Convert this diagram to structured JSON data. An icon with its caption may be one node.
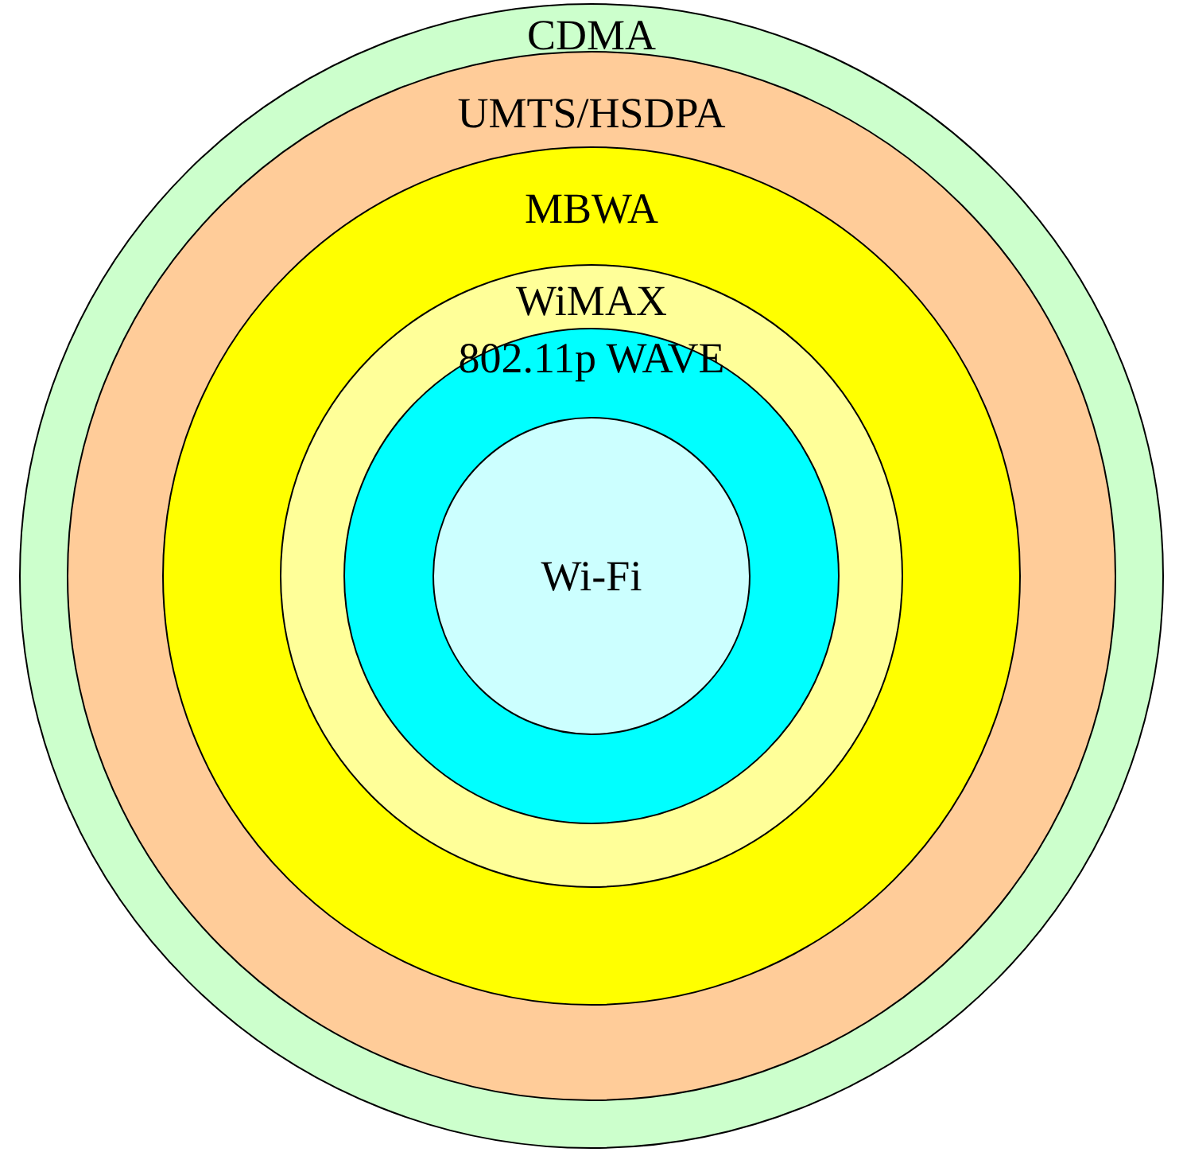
{
  "diagram": {
    "nodes": [
      {
        "text": [
          "CDMA"
        ]
      },
      {
        "text": [
          "UMTS/HSDPA"
        ],
        "in": 0
      },
      {
        "text": [
          "MBWA"
        ],
        "in": 1
      },
      {
        "text": [
          "WiMAX"
        ],
        "in": 2
      },
      {
        "text": [
          "802.11p WAVE"
        ],
        "in": 3
      },
      {
        "text": [
          "Wi-Fi"
        ],
        "in": 4
      }
    ]
  }
}
